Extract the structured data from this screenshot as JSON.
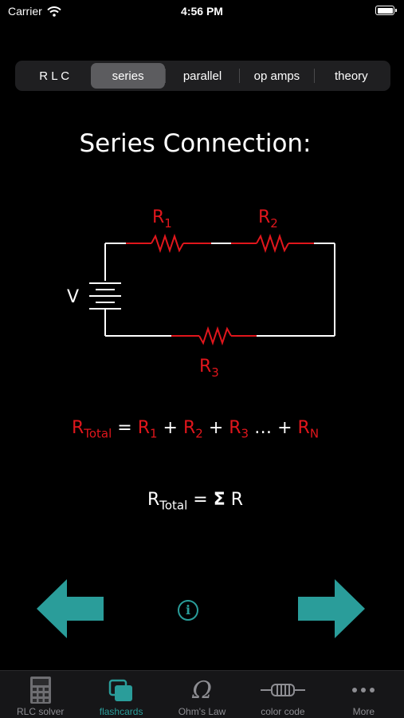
{
  "status_bar": {
    "carrier": "Carrier",
    "time": "4:56 PM"
  },
  "segments": [
    {
      "label": "R L C",
      "selected": false
    },
    {
      "label": "series",
      "selected": true
    },
    {
      "label": "parallel",
      "selected": false
    },
    {
      "label": "op amps",
      "selected": false
    },
    {
      "label": "theory",
      "selected": false
    }
  ],
  "card": {
    "title": "Series Connection:",
    "diagram": {
      "source_label": "V",
      "r1": {
        "letter": "R",
        "sub": "1"
      },
      "r2": {
        "letter": "R",
        "sub": "2"
      },
      "r3": {
        "letter": "R",
        "sub": "3"
      }
    },
    "formula1": {
      "lhs": {
        "letter": "R",
        "sub": "Total"
      },
      "eq": " = ",
      "t1": {
        "letter": "R",
        "sub": "1"
      },
      "plus1": " + ",
      "t2": {
        "letter": "R",
        "sub": "2"
      },
      "plus2": " + ",
      "t3": {
        "letter": "R",
        "sub": "3"
      },
      "ellipsis": " … + ",
      "tn": {
        "letter": "R",
        "sub": "N"
      }
    },
    "formula2": {
      "lhs": {
        "letter": "R",
        "sub": "Total"
      },
      "eq": " = ",
      "sigma": "Σ",
      "rhs": " R"
    }
  },
  "nav": {
    "prev_icon": "left-arrow-icon",
    "info_icon": "i",
    "next_icon": "right-arrow-icon"
  },
  "tabbar": [
    {
      "label": "RLC solver",
      "icon": "calculator-icon",
      "active": false
    },
    {
      "label": "flashcards",
      "icon": "flashcards-icon",
      "active": true
    },
    {
      "label": "Ohm's Law",
      "icon": "omega-icon",
      "active": false
    },
    {
      "label": "color code",
      "icon": "resistor-icon",
      "active": false
    },
    {
      "label": "More",
      "icon": "more-icon",
      "active": false
    }
  ],
  "colors": {
    "accent": "#2a9d9a",
    "resistor": "#e0161c",
    "background": "#000000"
  }
}
